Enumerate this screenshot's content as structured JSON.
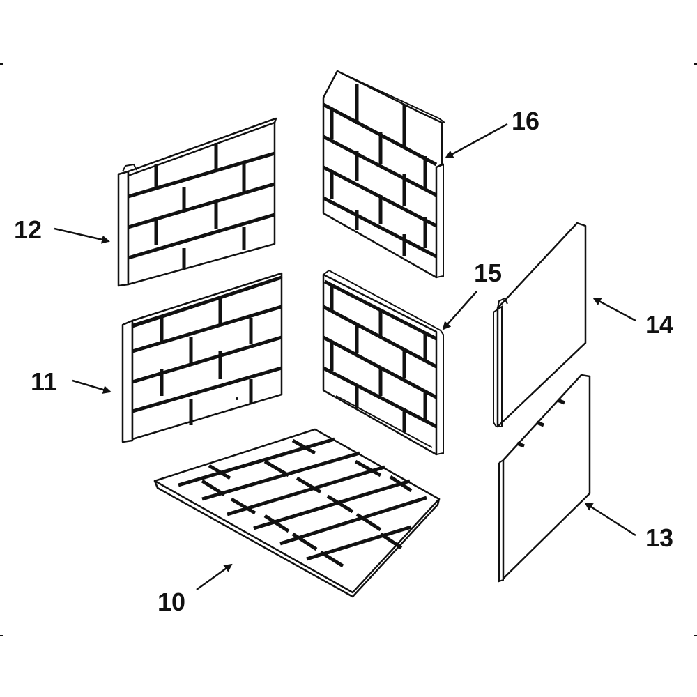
{
  "heading_cropped": "",
  "callouts": {
    "p10": "10",
    "p11": "11",
    "p12": "12",
    "p13": "13",
    "p14": "14",
    "p15": "15",
    "p16": "16"
  },
  "colors": {
    "line": "#111111",
    "background": "#ffffff"
  }
}
